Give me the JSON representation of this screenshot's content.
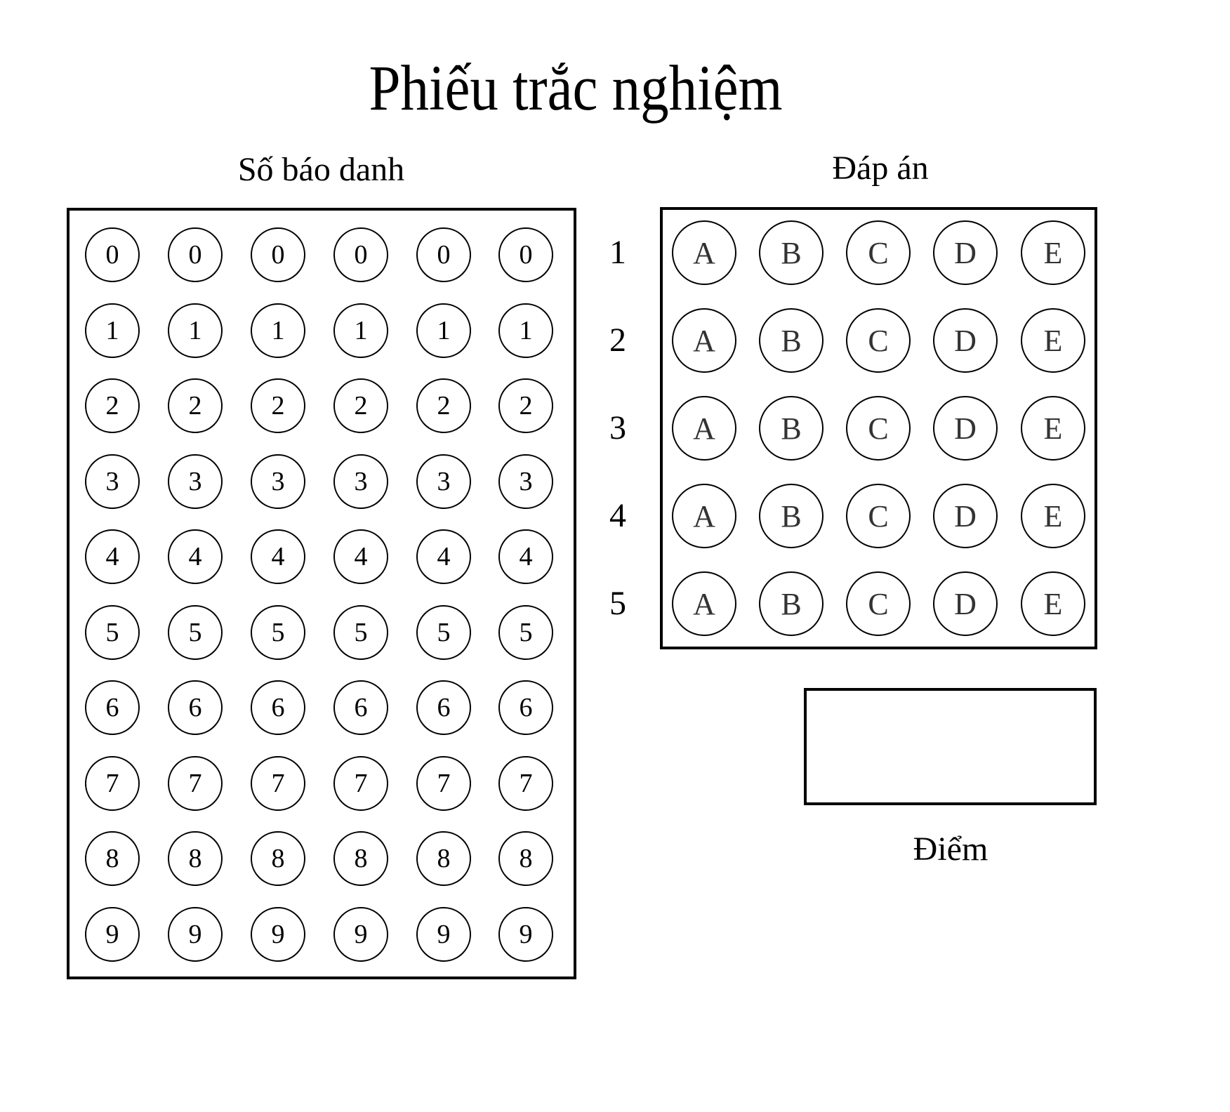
{
  "title": "Phiếu trắc nghiệm",
  "candidate_number": {
    "label": "Số báo danh",
    "columns": 6,
    "digits": [
      "0",
      "1",
      "2",
      "3",
      "4",
      "5",
      "6",
      "7",
      "8",
      "9"
    ]
  },
  "answers": {
    "label": "Đáp án",
    "questions": [
      "1",
      "2",
      "3",
      "4",
      "5"
    ],
    "options": [
      "A",
      "B",
      "C",
      "D",
      "E"
    ]
  },
  "score": {
    "label": "Điểm"
  }
}
